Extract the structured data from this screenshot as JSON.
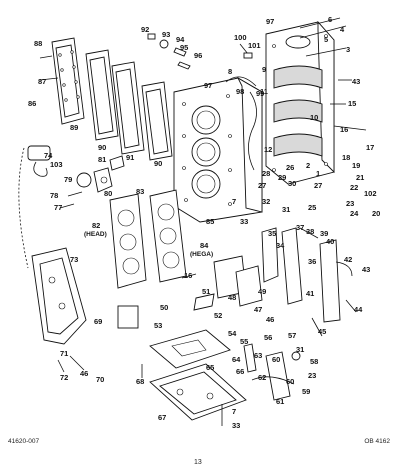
{
  "figure": {
    "callouts": [
      {
        "id": "c88",
        "text": "88"
      },
      {
        "id": "c87",
        "text": "87"
      },
      {
        "id": "c86",
        "text": "86"
      },
      {
        "id": "c89",
        "text": "89"
      },
      {
        "id": "c90a",
        "text": "90"
      },
      {
        "id": "c91",
        "text": "91"
      },
      {
        "id": "c90b",
        "text": "90"
      },
      {
        "id": "c92",
        "text": "92"
      },
      {
        "id": "c93",
        "text": "93"
      },
      {
        "id": "c94",
        "text": "94"
      },
      {
        "id": "c95",
        "text": "95"
      },
      {
        "id": "c96",
        "text": "96"
      },
      {
        "id": "c100",
        "text": "100"
      },
      {
        "id": "c101",
        "text": "101"
      },
      {
        "id": "c97a",
        "text": "97"
      },
      {
        "id": "c6",
        "text": "6"
      },
      {
        "id": "c4",
        "text": "4"
      },
      {
        "id": "c5",
        "text": "5"
      },
      {
        "id": "c3",
        "text": "3"
      },
      {
        "id": "c43a",
        "text": "43"
      },
      {
        "id": "c8",
        "text": "8"
      },
      {
        "id": "c9",
        "text": "9"
      },
      {
        "id": "c97b",
        "text": "97"
      },
      {
        "id": "c98",
        "text": "98"
      },
      {
        "id": "c99",
        "text": "99"
      },
      {
        "id": "c11",
        "text": "11"
      },
      {
        "id": "c15",
        "text": "15"
      },
      {
        "id": "c10",
        "text": "10"
      },
      {
        "id": "c16",
        "text": "16"
      },
      {
        "id": "c17",
        "text": "17"
      },
      {
        "id": "c74",
        "text": "74"
      },
      {
        "id": "c103",
        "text": "103"
      },
      {
        "id": "c81",
        "text": "81"
      },
      {
        "id": "c79",
        "text": "79"
      },
      {
        "id": "c80",
        "text": "80"
      },
      {
        "id": "c78",
        "text": "78"
      },
      {
        "id": "c77",
        "text": "77"
      },
      {
        "id": "c83",
        "text": "83"
      },
      {
        "id": "c12",
        "text": "12"
      },
      {
        "id": "c26",
        "text": "26"
      },
      {
        "id": "c18",
        "text": "18"
      },
      {
        "id": "c19",
        "text": "19"
      },
      {
        "id": "c2",
        "text": "2"
      },
      {
        "id": "c28",
        "text": "28"
      },
      {
        "id": "c1",
        "text": "1"
      },
      {
        "id": "c27a",
        "text": "27"
      },
      {
        "id": "c29",
        "text": "29"
      },
      {
        "id": "c30",
        "text": "30"
      },
      {
        "id": "c27b",
        "text": "27"
      },
      {
        "id": "c21",
        "text": "21"
      },
      {
        "id": "c22",
        "text": "22"
      },
      {
        "id": "c102",
        "text": "102"
      },
      {
        "id": "c24",
        "text": "24"
      },
      {
        "id": "c20",
        "text": "20"
      },
      {
        "id": "c32",
        "text": "32"
      },
      {
        "id": "c25",
        "text": "25"
      },
      {
        "id": "c23a",
        "text": "23"
      },
      {
        "id": "c31",
        "text": "31"
      },
      {
        "id": "c7a",
        "text": "7"
      },
      {
        "id": "c33a",
        "text": "33"
      },
      {
        "id": "c85",
        "text": "85"
      },
      {
        "id": "c82",
        "text": "82"
      },
      {
        "id": "c82sub",
        "text": "(HEAD)"
      },
      {
        "id": "c84",
        "text": "84"
      },
      {
        "id": "c84sub",
        "text": "(HEGA)"
      },
      {
        "id": "c35",
        "text": "35"
      },
      {
        "id": "c34",
        "text": "34"
      },
      {
        "id": "c37",
        "text": "37"
      },
      {
        "id": "c38",
        "text": "38"
      },
      {
        "id": "c39",
        "text": "39"
      },
      {
        "id": "c40",
        "text": "40"
      },
      {
        "id": "c36",
        "text": "36"
      },
      {
        "id": "c42",
        "text": "42"
      },
      {
        "id": "c73",
        "text": "73"
      },
      {
        "id": "c43b",
        "text": "43"
      },
      {
        "id": "c41",
        "text": "41"
      },
      {
        "id": "c44",
        "text": "44"
      },
      {
        "id": "c45",
        "text": "45"
      },
      {
        "id": "c16b",
        "text": "16"
      },
      {
        "id": "c51",
        "text": "51"
      },
      {
        "id": "c50",
        "text": "50"
      },
      {
        "id": "c48",
        "text": "48"
      },
      {
        "id": "c49",
        "text": "49"
      },
      {
        "id": "c47",
        "text": "47"
      },
      {
        "id": "c46a",
        "text": "46"
      },
      {
        "id": "c52",
        "text": "52"
      },
      {
        "id": "c69",
        "text": "69"
      },
      {
        "id": "c53",
        "text": "53"
      },
      {
        "id": "c54",
        "text": "54"
      },
      {
        "id": "c55",
        "text": "55"
      },
      {
        "id": "c56",
        "text": "56"
      },
      {
        "id": "c57",
        "text": "57"
      },
      {
        "id": "c63",
        "text": "63"
      },
      {
        "id": "c60a",
        "text": "60"
      },
      {
        "id": "c31b",
        "text": "31"
      },
      {
        "id": "c58",
        "text": "58"
      },
      {
        "id": "c64",
        "text": "64"
      },
      {
        "id": "c65",
        "text": "65"
      },
      {
        "id": "c66",
        "text": "66"
      },
      {
        "id": "c62",
        "text": "62"
      },
      {
        "id": "c60b",
        "text": "60"
      },
      {
        "id": "c23b",
        "text": "23"
      },
      {
        "id": "c59",
        "text": "59"
      },
      {
        "id": "c61",
        "text": "61"
      },
      {
        "id": "c71",
        "text": "71"
      },
      {
        "id": "c72",
        "text": "72"
      },
      {
        "id": "c46b",
        "text": "46"
      },
      {
        "id": "c70",
        "text": "70"
      },
      {
        "id": "c68",
        "text": "68"
      },
      {
        "id": "c67",
        "text": "67"
      },
      {
        "id": "c7b",
        "text": "7"
      },
      {
        "id": "c33b",
        "text": "33"
      }
    ]
  },
  "footer": {
    "ref_left": "41620-007",
    "ref_right": "OB 4162",
    "page_number": "13"
  }
}
